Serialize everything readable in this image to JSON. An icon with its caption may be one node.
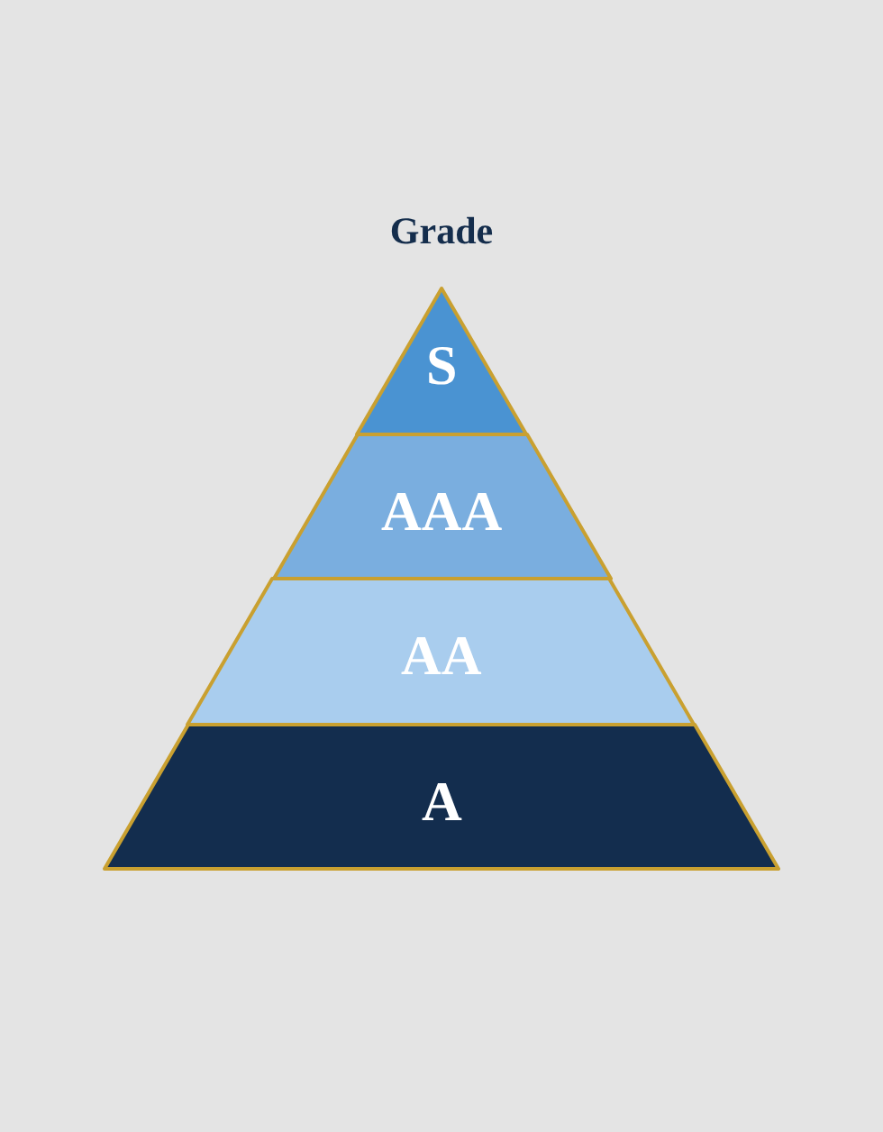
{
  "diagram": {
    "title": "Grade",
    "nodes": [
      {
        "text": [
          "S"
        ]
      },
      {
        "text": [
          "AAA"
        ]
      },
      {
        "text": [
          "AA"
        ]
      },
      {
        "text": [
          "A"
        ]
      }
    ]
  }
}
